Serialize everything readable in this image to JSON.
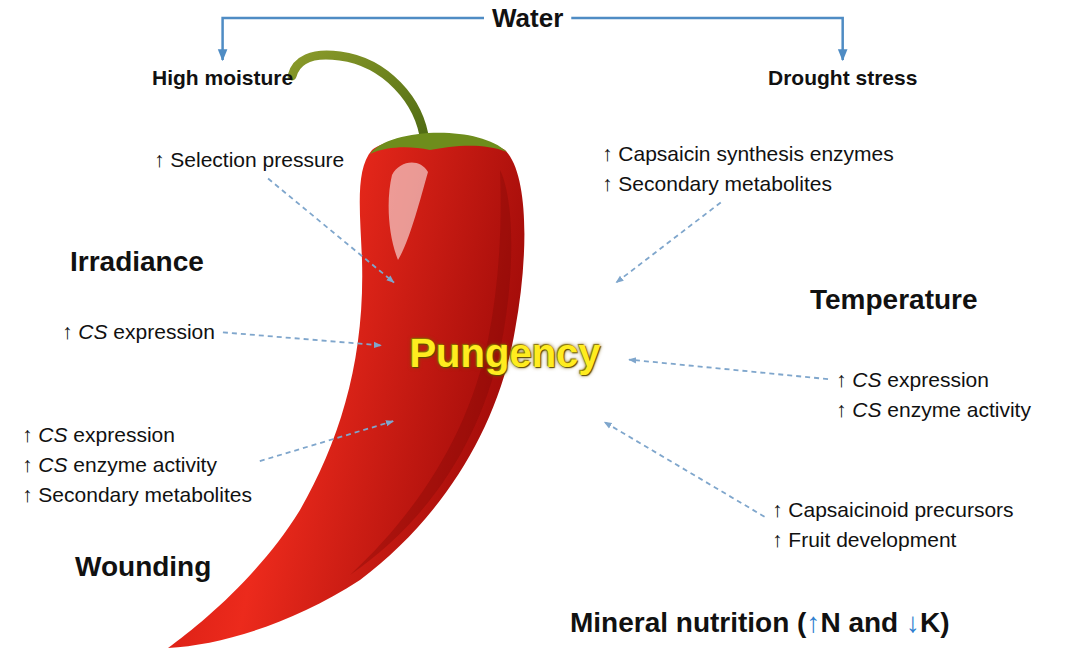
{
  "diagram": {
    "nodes": [
      {
        "text": [
          "Water"
        ]
      },
      {
        "text": [
          "High moisture"
        ]
      },
      {
        "text": [
          "Drought stress"
        ]
      },
      {
        "text": [
          "↑ Selection pressure"
        ]
      },
      {
        "text": [
          "↑ Capsaicin synthesis enzymes",
          "↑ Secondary metabolites"
        ]
      },
      {
        "text": [
          "Irradiance",
          "↑ CS expression"
        ]
      },
      {
        "text": [
          "Pungency"
        ]
      },
      {
        "text": [
          "Temperature",
          "↑ CS expression",
          "↑ CS enzyme activity"
        ]
      },
      {
        "text": [
          "↑ CS expression",
          "↑ CS enzyme activity",
          "↑ Secondary metabolites",
          "Wounding"
        ]
      },
      {
        "text": [
          "↑ Capsaicinoid precursors",
          "↑ Fruit development",
          "Mineral nutrition (↑N and ↓K)"
        ]
      }
    ],
    "edges": [
      {
        "from": 0,
        "to": 1,
        "arrow": "to"
      },
      {
        "from": 0,
        "to": 2,
        "arrow": "to"
      },
      {
        "from": 3,
        "to": 6,
        "arrow": "to"
      },
      {
        "from": 4,
        "to": 6,
        "arrow": "to"
      },
      {
        "from": 5,
        "to": 6,
        "arrow": "to"
      },
      {
        "from": 7,
        "to": 6,
        "arrow": "to"
      },
      {
        "from": 8,
        "to": 6,
        "arrow": "to"
      },
      {
        "from": 9,
        "to": 6,
        "arrow": "to"
      }
    ]
  }
}
